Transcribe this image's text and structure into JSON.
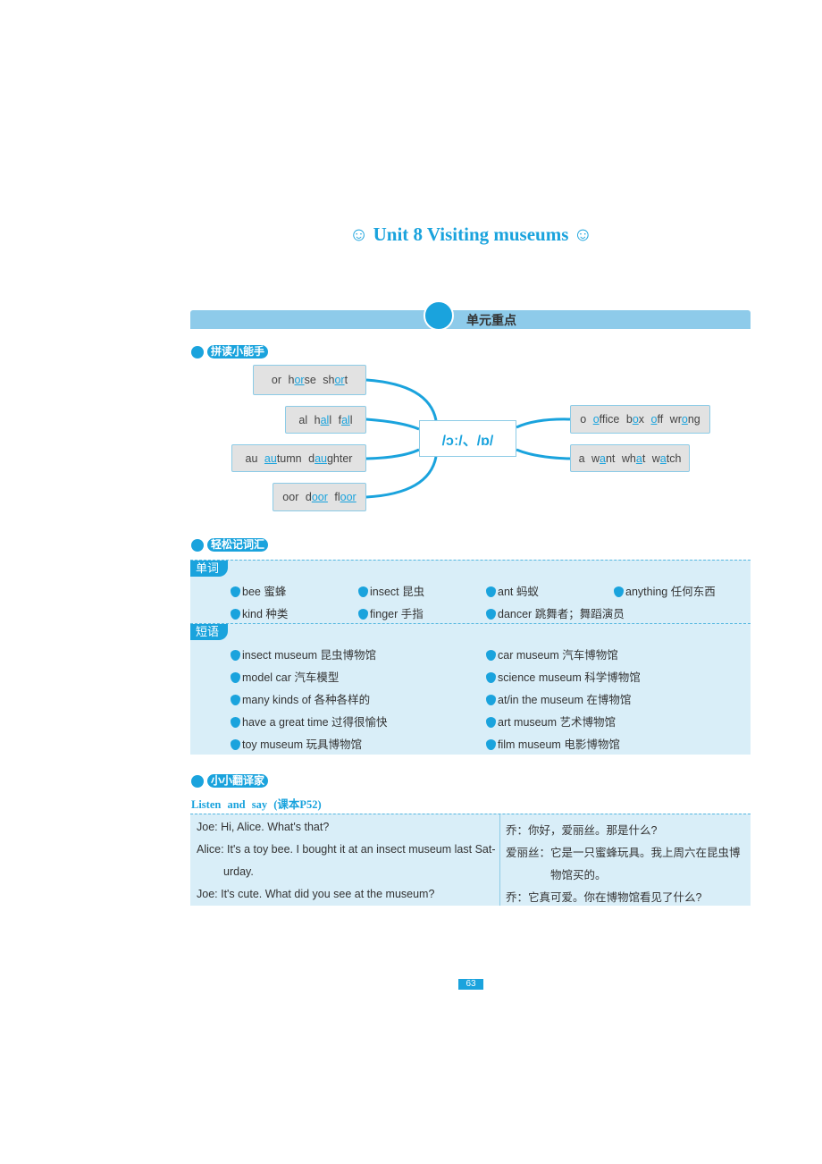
{
  "title": "☺ Unit 8   Visiting museums ☺",
  "banner": "单元重点",
  "colors": {
    "accent": "#1aa3dd",
    "panel": "#d9eef8",
    "box": "#e2e2e2"
  },
  "phonics": {
    "section_label": "拼读小能手",
    "center": "/ɔː/、/ɒ/",
    "left": [
      [
        [
          "or",
          0
        ],
        [
          " h",
          0
        ],
        [
          "or",
          1
        ],
        [
          "se",
          0
        ],
        [
          " sh",
          0
        ],
        [
          "or",
          1
        ],
        [
          "t",
          0
        ]
      ],
      [
        [
          "al",
          0
        ],
        [
          " h",
          0
        ],
        [
          "al",
          1
        ],
        [
          "l",
          0
        ],
        [
          " f",
          0
        ],
        [
          "al",
          1
        ],
        [
          "l",
          0
        ]
      ],
      [
        [
          "au",
          0
        ],
        [
          " ",
          0
        ],
        [
          "au",
          1
        ],
        [
          "tumn",
          0
        ],
        [
          " d",
          0
        ],
        [
          "au",
          1
        ],
        [
          "ghter",
          0
        ]
      ],
      [
        [
          "oor",
          0
        ],
        [
          " d",
          0
        ],
        [
          "oor",
          1
        ],
        [
          " fl",
          0
        ],
        [
          "oor",
          1
        ]
      ]
    ],
    "right": [
      [
        [
          "o",
          0
        ],
        [
          " ",
          0
        ],
        [
          "o",
          1
        ],
        [
          "ffice",
          0
        ],
        [
          " b",
          0
        ],
        [
          "o",
          1
        ],
        [
          "x",
          0
        ],
        [
          " ",
          0
        ],
        [
          "o",
          1
        ],
        [
          "ff",
          0
        ],
        [
          " wr",
          0
        ],
        [
          "o",
          1
        ],
        [
          "ng",
          0
        ]
      ],
      [
        [
          "a",
          0
        ],
        [
          " w",
          0
        ],
        [
          "a",
          1
        ],
        [
          "nt",
          0
        ],
        [
          " wh",
          0
        ],
        [
          "a",
          1
        ],
        [
          "t",
          0
        ],
        [
          " w",
          0
        ],
        [
          "a",
          1
        ],
        [
          "tch",
          0
        ]
      ]
    ]
  },
  "vocab": {
    "section_label": "轻松记词汇",
    "words_tag": "单词",
    "words": [
      "bee 蜜蜂",
      "insect 昆虫",
      "ant 蚂蚁",
      "anything 任何东西",
      "kind 种类",
      "finger 手指",
      "dancer 跳舞者；舞蹈演员"
    ],
    "phrases_tag": "短语",
    "phrases": [
      "insect museum 昆虫博物馆",
      "car museum 汽车博物馆",
      "model car 汽车模型",
      "science museum 科学博物馆",
      "many kinds of 各种各样的",
      "at/in the museum 在博物馆",
      "have a great time 过得很愉快",
      "art museum 艺术博物馆",
      "toy museum 玩具博物馆",
      "film museum 电影博物馆"
    ]
  },
  "translate": {
    "section_label": "小小翻译家",
    "heading": "Listen and say (课本P52)",
    "en": [
      "Joe: Hi, Alice. What's that?",
      "Alice: It's a toy bee. I bought it at an insect museum last Sat-",
      "urday.",
      "Joe: It's cute. What did you see at the museum?"
    ],
    "zh": [
      "乔：你好，爱丽丝。那是什么?",
      "爱丽丝：它是一只蜜蜂玩具。我上周六在昆虫博",
      "物馆买的。",
      "乔：它真可爱。你在博物馆看见了什么?"
    ]
  },
  "page_number": "63"
}
